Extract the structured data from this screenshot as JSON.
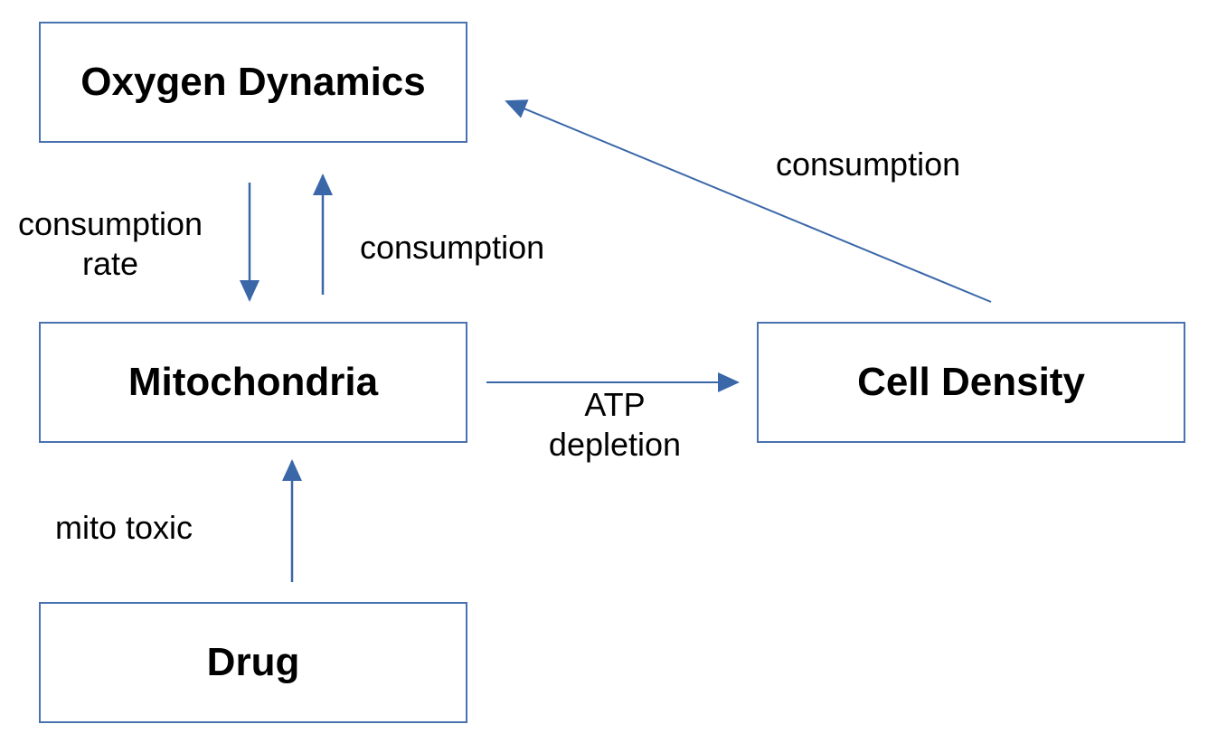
{
  "nodes": {
    "oxygen_dynamics": "Oxygen Dynamics",
    "mitochondria": "Mitochondria",
    "cell_density": "Cell Density",
    "drug": "Drug"
  },
  "edges": {
    "oxygen_to_mito": [
      "consumption",
      "rate"
    ],
    "mito_to_oxygen": "consumption",
    "cell_to_oxygen": "consumption",
    "mito_to_cell": [
      "ATP",
      "depletion"
    ],
    "drug_to_mito": "mito toxic"
  },
  "colors": {
    "arrow": "#3a67a8",
    "box_border": "#4a72b0",
    "text": "#000000"
  }
}
